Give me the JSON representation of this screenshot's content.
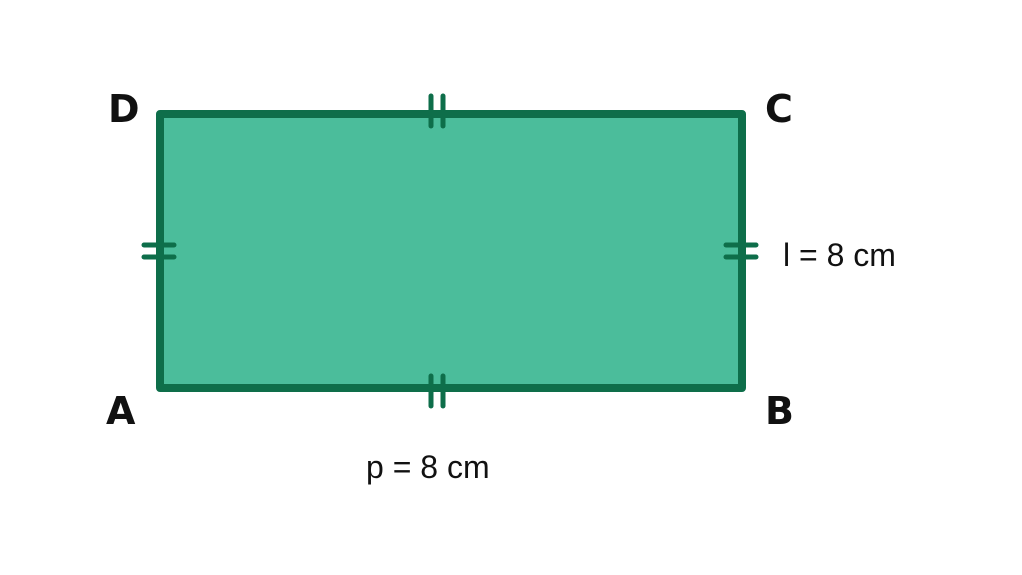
{
  "vertices": {
    "a": "A",
    "b": "B",
    "c": "C",
    "d": "D"
  },
  "measurements": {
    "side_length": "l = 8 cm",
    "base_length": "p = 8 cm"
  },
  "colors": {
    "fill": "#4bbd9b",
    "stroke": "#0e6e4a",
    "text": "#111111"
  }
}
